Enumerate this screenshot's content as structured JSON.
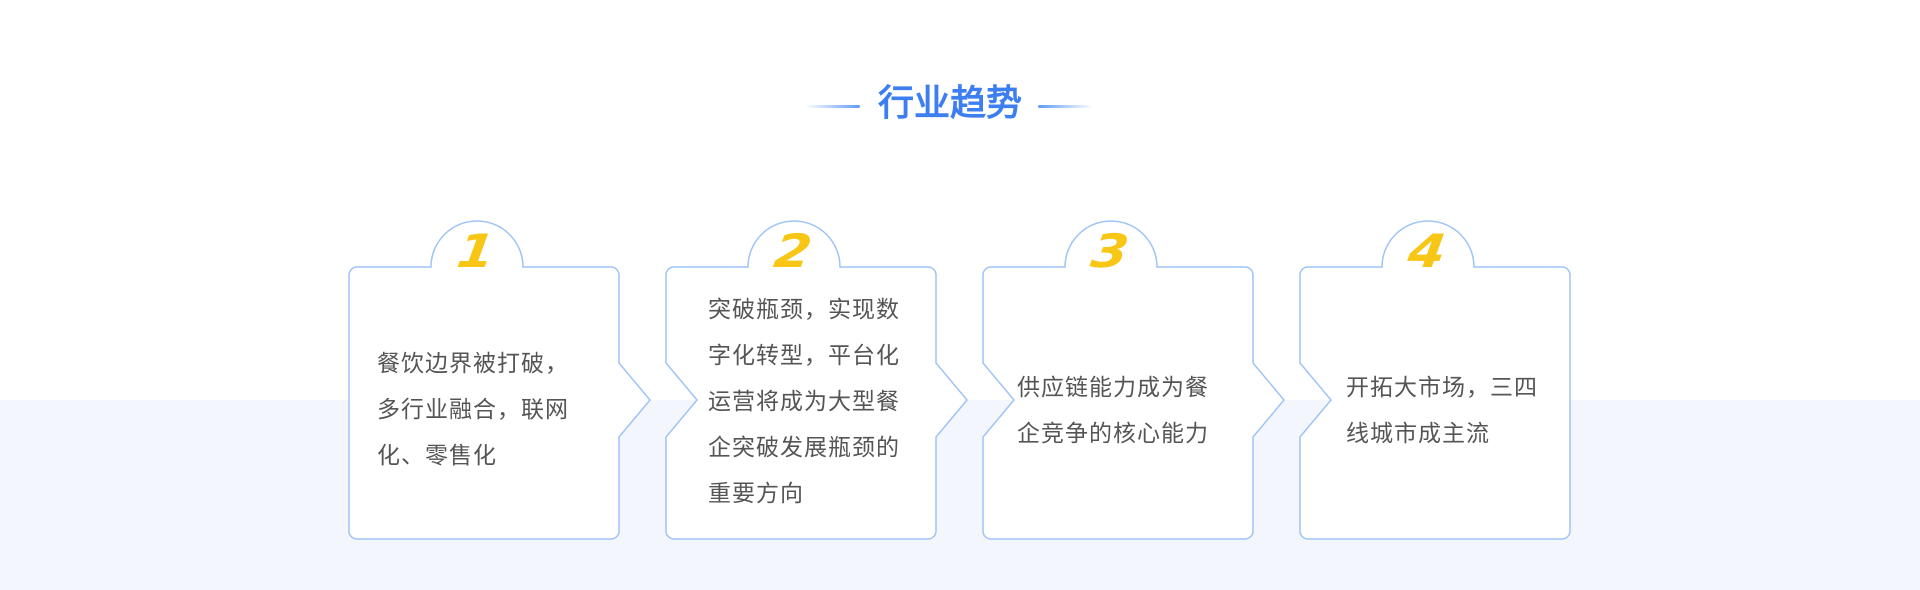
{
  "section": {
    "title": "行业趋势"
  },
  "cards": [
    {
      "number": "1",
      "text": "餐饮边界被打破，\n多行业融合，联网\n化、零售化"
    },
    {
      "number": "2",
      "text": "突破瓶颈，实现数\n字化转型，平台化\n运营将成为大型餐\n企突破发展瓶颈的\n重要方向"
    },
    {
      "number": "3",
      "text": "供应链能力成为餐\n企竞争的核心能力"
    },
    {
      "number": "4",
      "text": "开拓大市场，三四\n线城市成主流"
    }
  ],
  "colors": {
    "title_accent": "#3d7ff0",
    "number_accent": "#f8c615",
    "card_border": "#9ec3f7",
    "body_text": "#555555",
    "band_background": "#f3f6fc"
  }
}
